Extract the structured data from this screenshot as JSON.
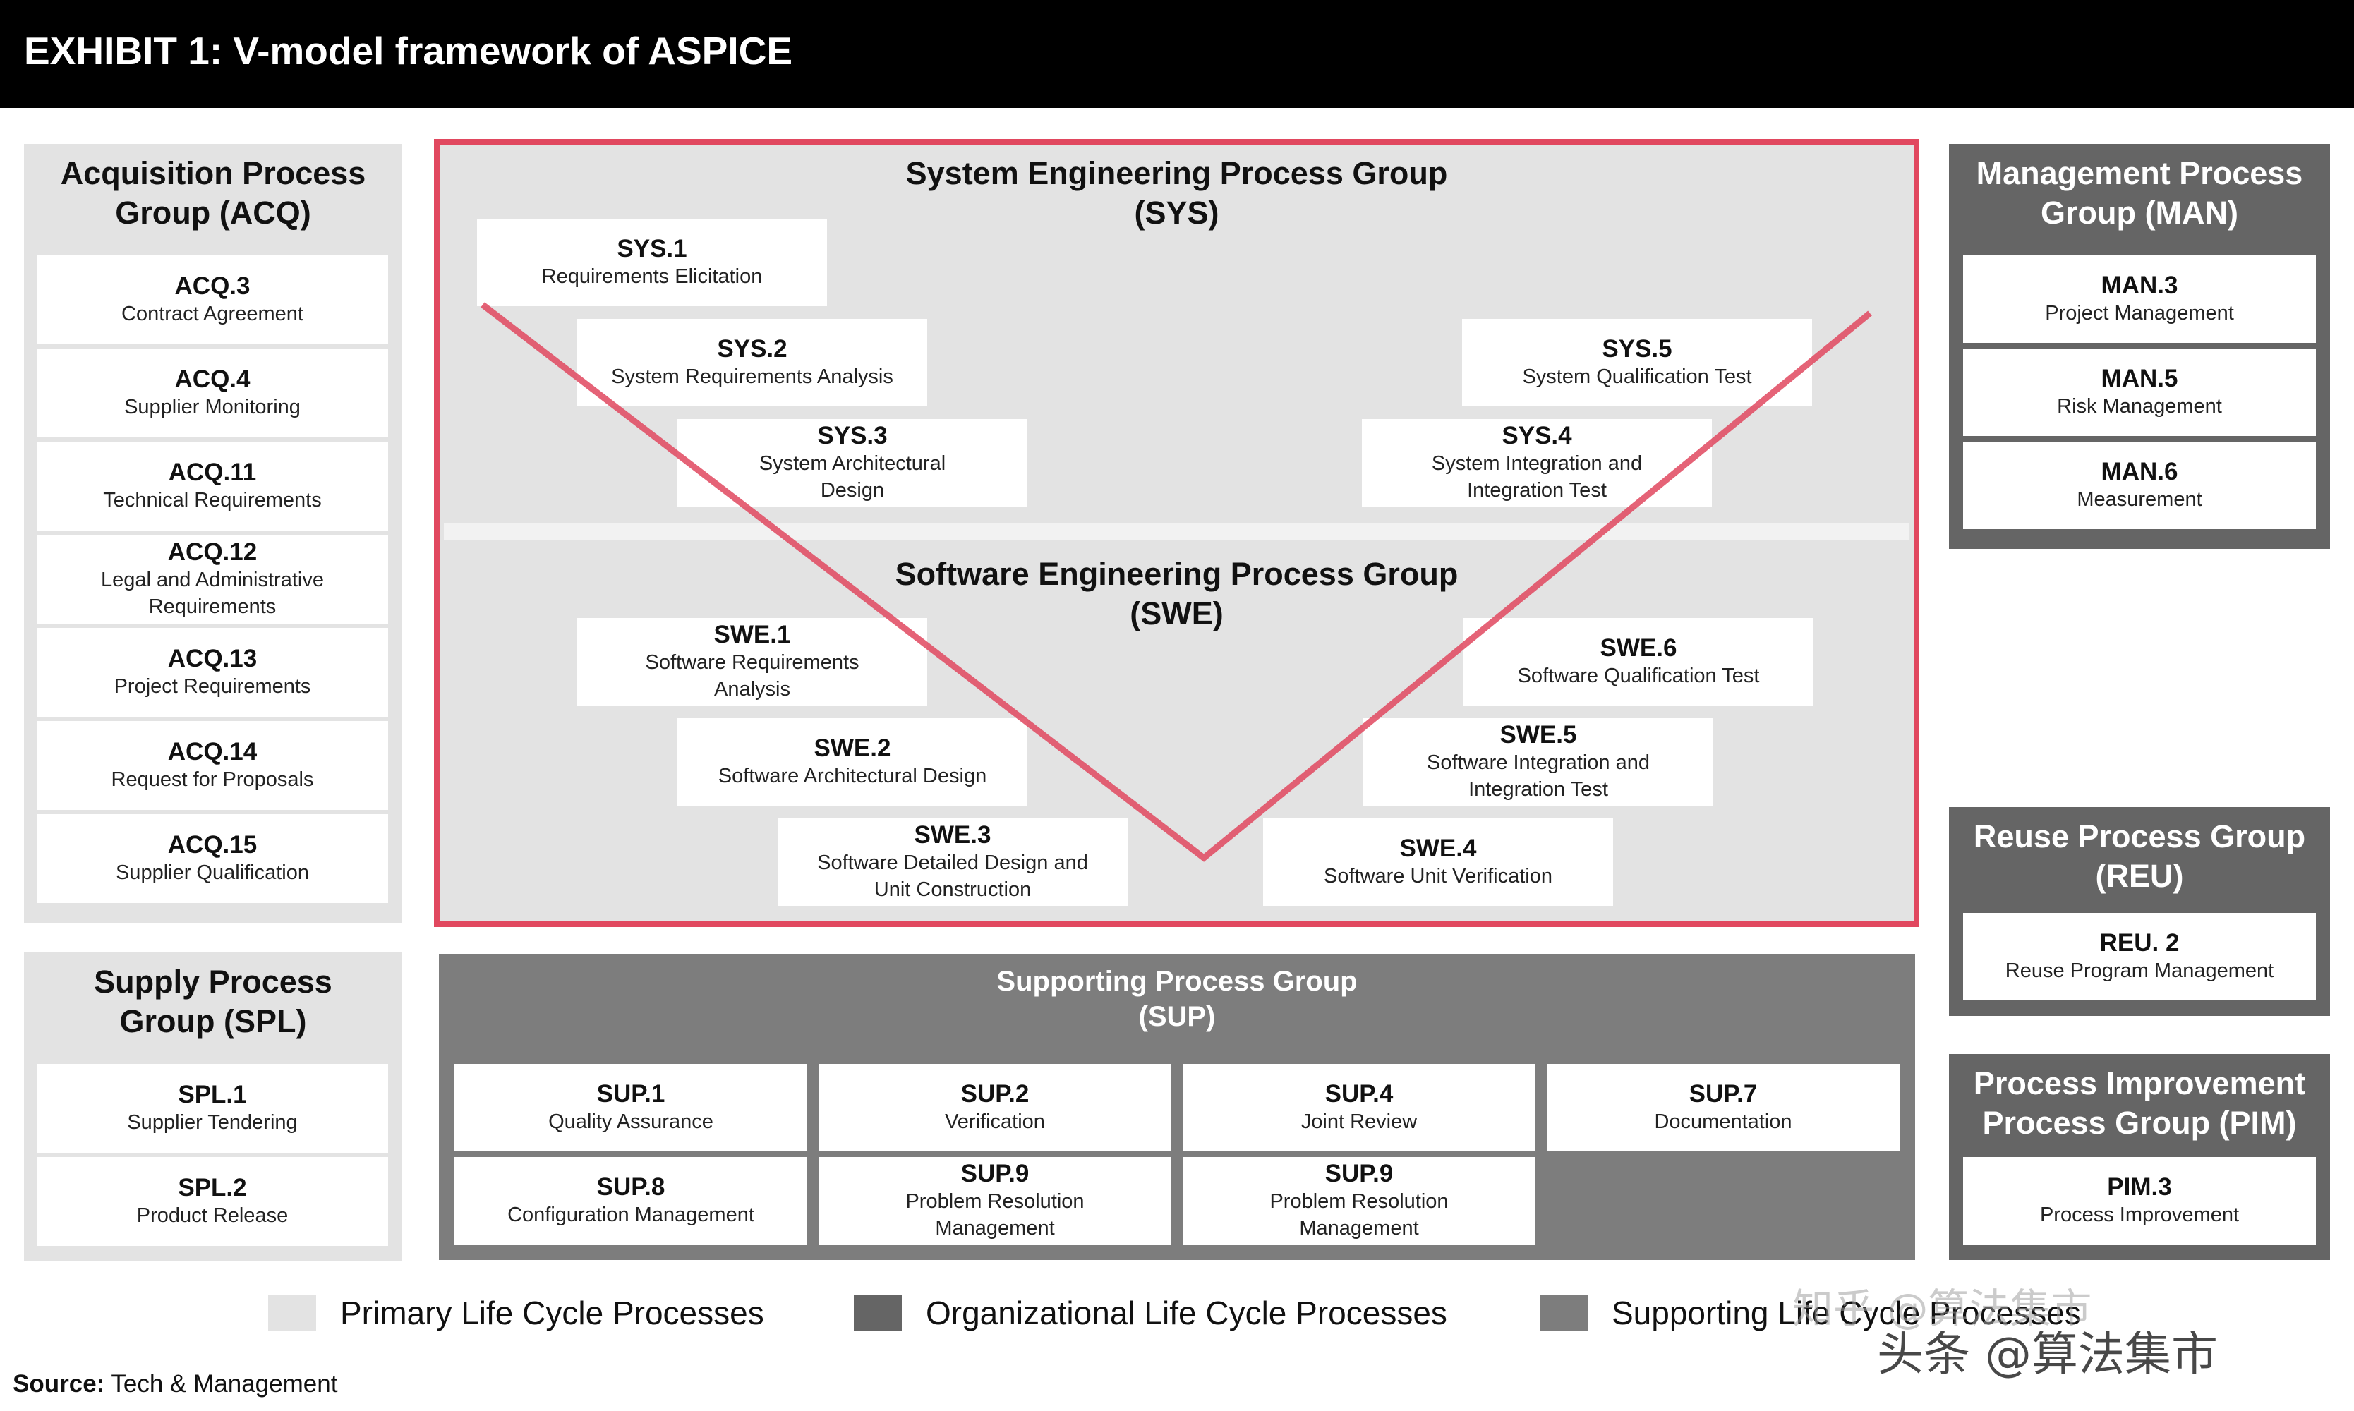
{
  "header": {
    "title": "EXHIBIT 1: V-model framework of ASPICE"
  },
  "acq": {
    "title_line1": "Acquisition Process",
    "title_line2": "Group (ACQ)",
    "items": [
      {
        "code": "ACQ.3",
        "name1": "Contract Agreement",
        "name2": ""
      },
      {
        "code": "ACQ.4",
        "name1": "Supplier Monitoring",
        "name2": ""
      },
      {
        "code": "ACQ.11",
        "name1": "Technical Requirements",
        "name2": ""
      },
      {
        "code": "ACQ.12",
        "name1": "Legal and Administrative",
        "name2": "Requirements"
      },
      {
        "code": "ACQ.13",
        "name1": "Project Requirements",
        "name2": ""
      },
      {
        "code": "ACQ.14",
        "name1": "Request for Proposals",
        "name2": ""
      },
      {
        "code": "ACQ.15",
        "name1": "Supplier Qualification",
        "name2": ""
      }
    ]
  },
  "spl": {
    "title_line1": "Supply Process",
    "title_line2": "Group (SPL)",
    "items": [
      {
        "code": "SPL.1",
        "name1": "Supplier Tendering",
        "name2": ""
      },
      {
        "code": "SPL.2",
        "name1": "Product Release",
        "name2": ""
      }
    ]
  },
  "sys": {
    "title_line1": "System Engineering Process Group",
    "title_line2": "(SYS)",
    "items": [
      {
        "code": "SYS.1",
        "name1": "Requirements Elicitation",
        "name2": ""
      },
      {
        "code": "SYS.2",
        "name1": "System Requirements Analysis",
        "name2": ""
      },
      {
        "code": "SYS.3",
        "name1": "System Architectural",
        "name2": "Design"
      },
      {
        "code": "SYS.4",
        "name1": "System Integration and",
        "name2": "Integration Test"
      },
      {
        "code": "SYS.5",
        "name1": "System Qualification Test",
        "name2": ""
      }
    ]
  },
  "swe": {
    "title_line1": "Software Engineering Process Group",
    "title_line2": "(SWE)",
    "items": [
      {
        "code": "SWE.1",
        "name1": "Software Requirements",
        "name2": "Analysis"
      },
      {
        "code": "SWE.2",
        "name1": "Software Architectural Design",
        "name2": ""
      },
      {
        "code": "SWE.3",
        "name1": "Software Detailed Design and",
        "name2": "Unit Construction"
      },
      {
        "code": "SWE.4",
        "name1": "Software Unit Verification",
        "name2": ""
      },
      {
        "code": "SWE.5",
        "name1": "Software Integration and",
        "name2": "Integration Test"
      },
      {
        "code": "SWE.6",
        "name1": "Software Qualification Test",
        "name2": ""
      }
    ]
  },
  "sup": {
    "title_line1": "Supporting Process Group",
    "title_line2": "(SUP)",
    "items": [
      {
        "code": "SUP.1",
        "name1": "Quality Assurance",
        "name2": ""
      },
      {
        "code": "SUP.2",
        "name1": "Verification",
        "name2": ""
      },
      {
        "code": "SUP.4",
        "name1": "Joint Review",
        "name2": ""
      },
      {
        "code": "SUP.7",
        "name1": "Documentation",
        "name2": ""
      },
      {
        "code": "SUP.8",
        "name1": "Configuration Management",
        "name2": ""
      },
      {
        "code": "SUP.9",
        "name1": "Problem Resolution",
        "name2": "Management"
      },
      {
        "code": "SUP.9",
        "name1": "Problem Resolution",
        "name2": "Management"
      }
    ]
  },
  "man": {
    "title_line1": "Management Process",
    "title_line2": "Group (MAN)",
    "items": [
      {
        "code": "MAN.3",
        "name1": "Project Management",
        "name2": ""
      },
      {
        "code": "MAN.5",
        "name1": "Risk Management",
        "name2": ""
      },
      {
        "code": "MAN.6",
        "name1": "Measurement",
        "name2": ""
      }
    ]
  },
  "reu": {
    "title_line1": "Reuse Process Group",
    "title_line2": "(REU)",
    "items": [
      {
        "code": "REU. 2",
        "name1": "Reuse Program Management",
        "name2": ""
      }
    ]
  },
  "pim": {
    "title_line1": "Process Improvement",
    "title_line2": "Process Group (PIM)",
    "items": [
      {
        "code": "PIM.3",
        "name1": "Process Improvement",
        "name2": ""
      }
    ]
  },
  "legend": {
    "primary": "Primary Life Cycle Processes",
    "organizational": "Organizational Life Cycle Processes",
    "supporting": "Supporting Life Cycle Processes"
  },
  "colors": {
    "primary": "#e3e3e3",
    "organizational": "#656565",
    "supporting": "#7d7d7d",
    "vline": "#e1485f"
  },
  "source": {
    "label": "Source:",
    "text": "Tech & Management"
  },
  "watermark": {
    "line1": "知乎 @算法集市",
    "line2": "头条 @算法集市"
  }
}
